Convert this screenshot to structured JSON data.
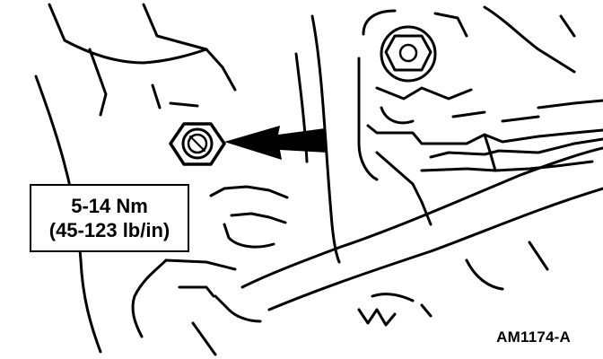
{
  "callout": {
    "torque_nm": "5-14 Nm",
    "torque_lbin": "(45-123 lb/in)"
  },
  "figure_id": "AM1174-A"
}
